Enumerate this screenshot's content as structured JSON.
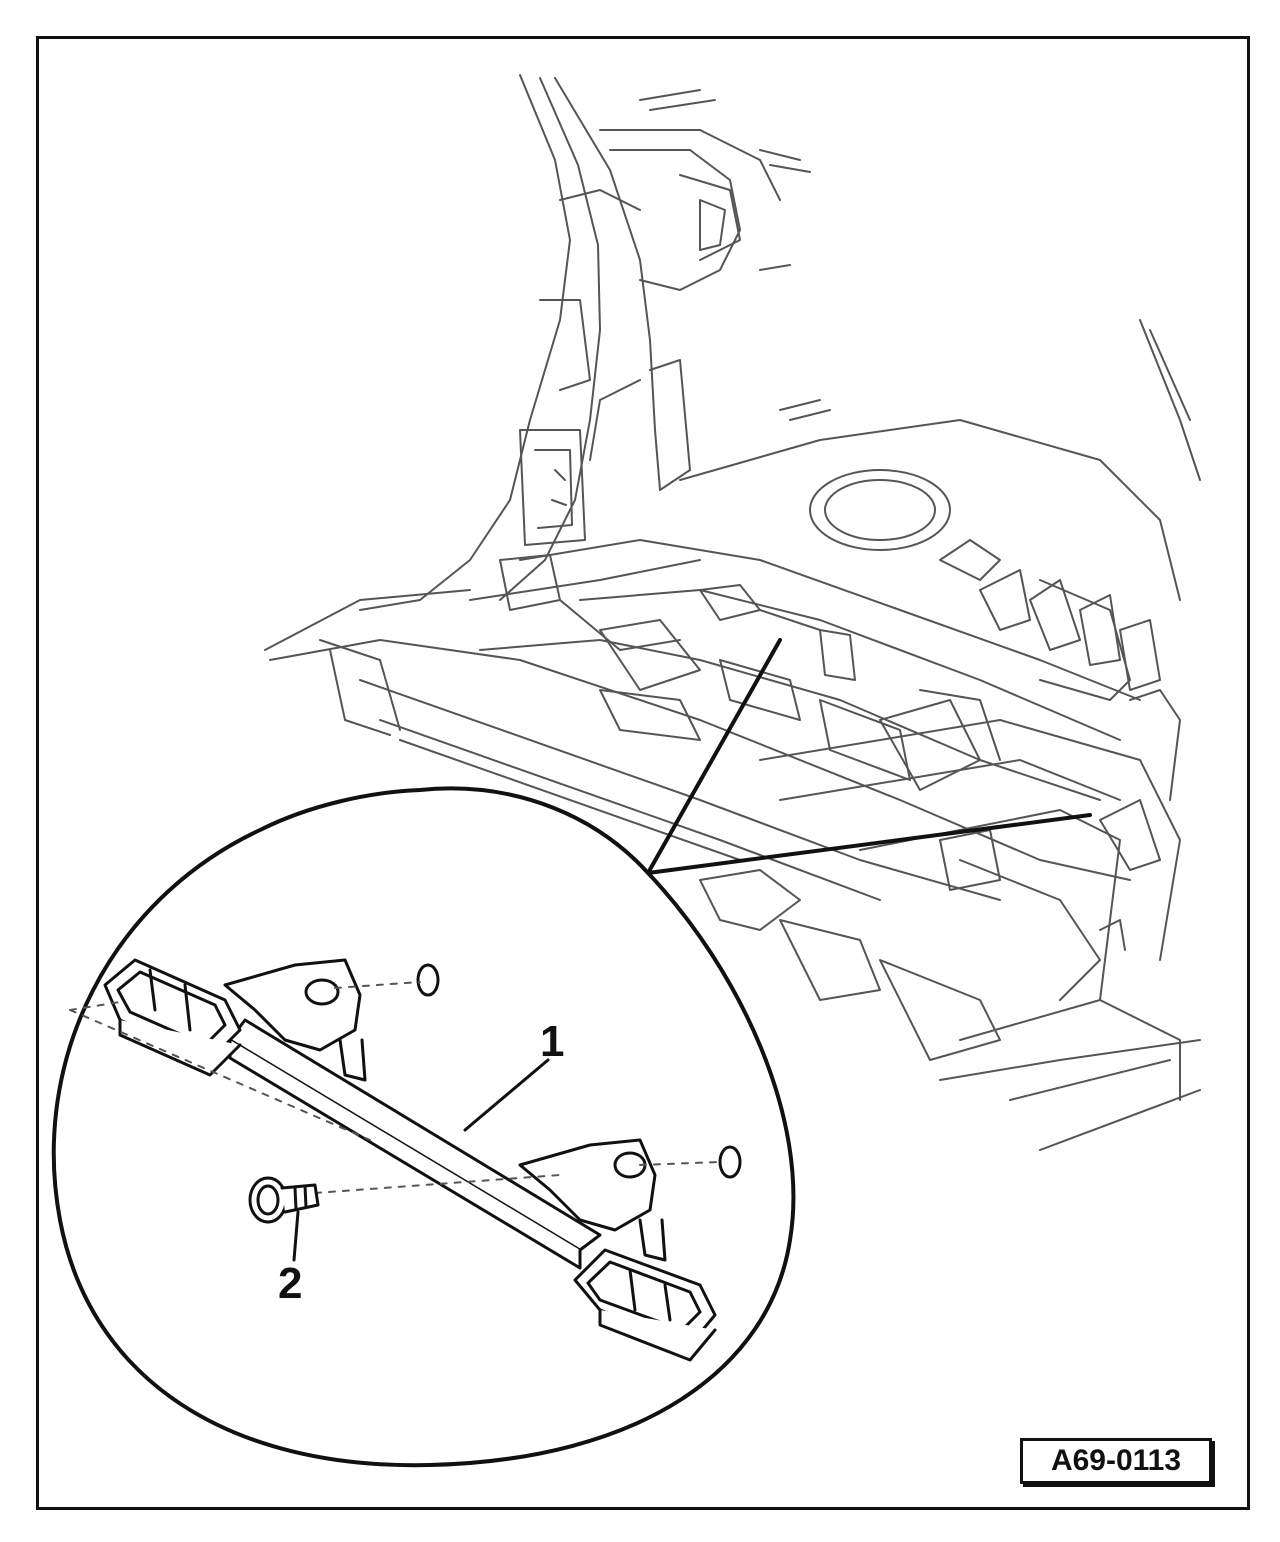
{
  "callouts": {
    "crossmember": "1",
    "bolt": "2"
  },
  "figure_ref": "A69-0113",
  "colors": {
    "ink": "#111111",
    "light_ink": "#555555",
    "background": "#ffffff"
  }
}
